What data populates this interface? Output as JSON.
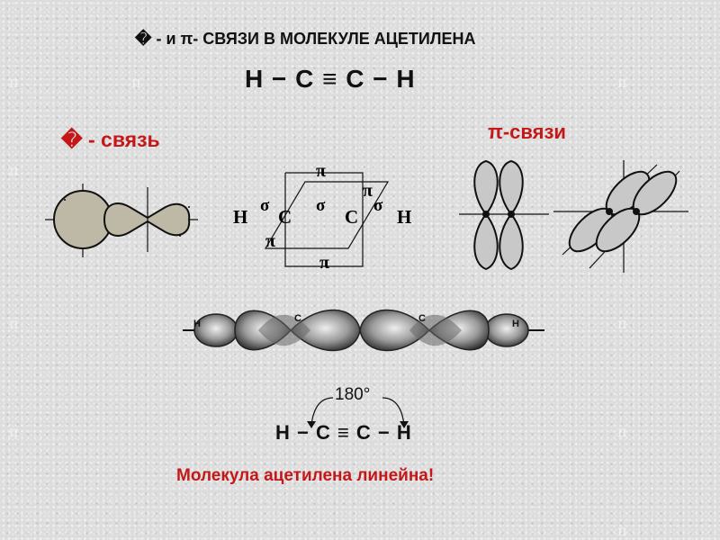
{
  "title": "� - и π- СВЯЗИ В МОЛЕКУЛЕ АЦЕТИЛЕНА",
  "formula_top": "H − C ≡ C − H",
  "sigma_label": "� - связь",
  "pi_label": "π-связи",
  "scheme": {
    "atom_h": "H",
    "atom_c": "C",
    "sigma": "σ",
    "pi": "π"
  },
  "orbital_labels": {
    "h": "H",
    "c": "C"
  },
  "angle_label": "180°",
  "formula_bottom": "H − C ≡ C − H",
  "conclusion": "Молекула ацетилена линейна!",
  "colors": {
    "text": "#111111",
    "accent_red": "#c41818",
    "orbital_fill": "#bdb9a6",
    "shaded_fill": "#c8c8c8"
  }
}
